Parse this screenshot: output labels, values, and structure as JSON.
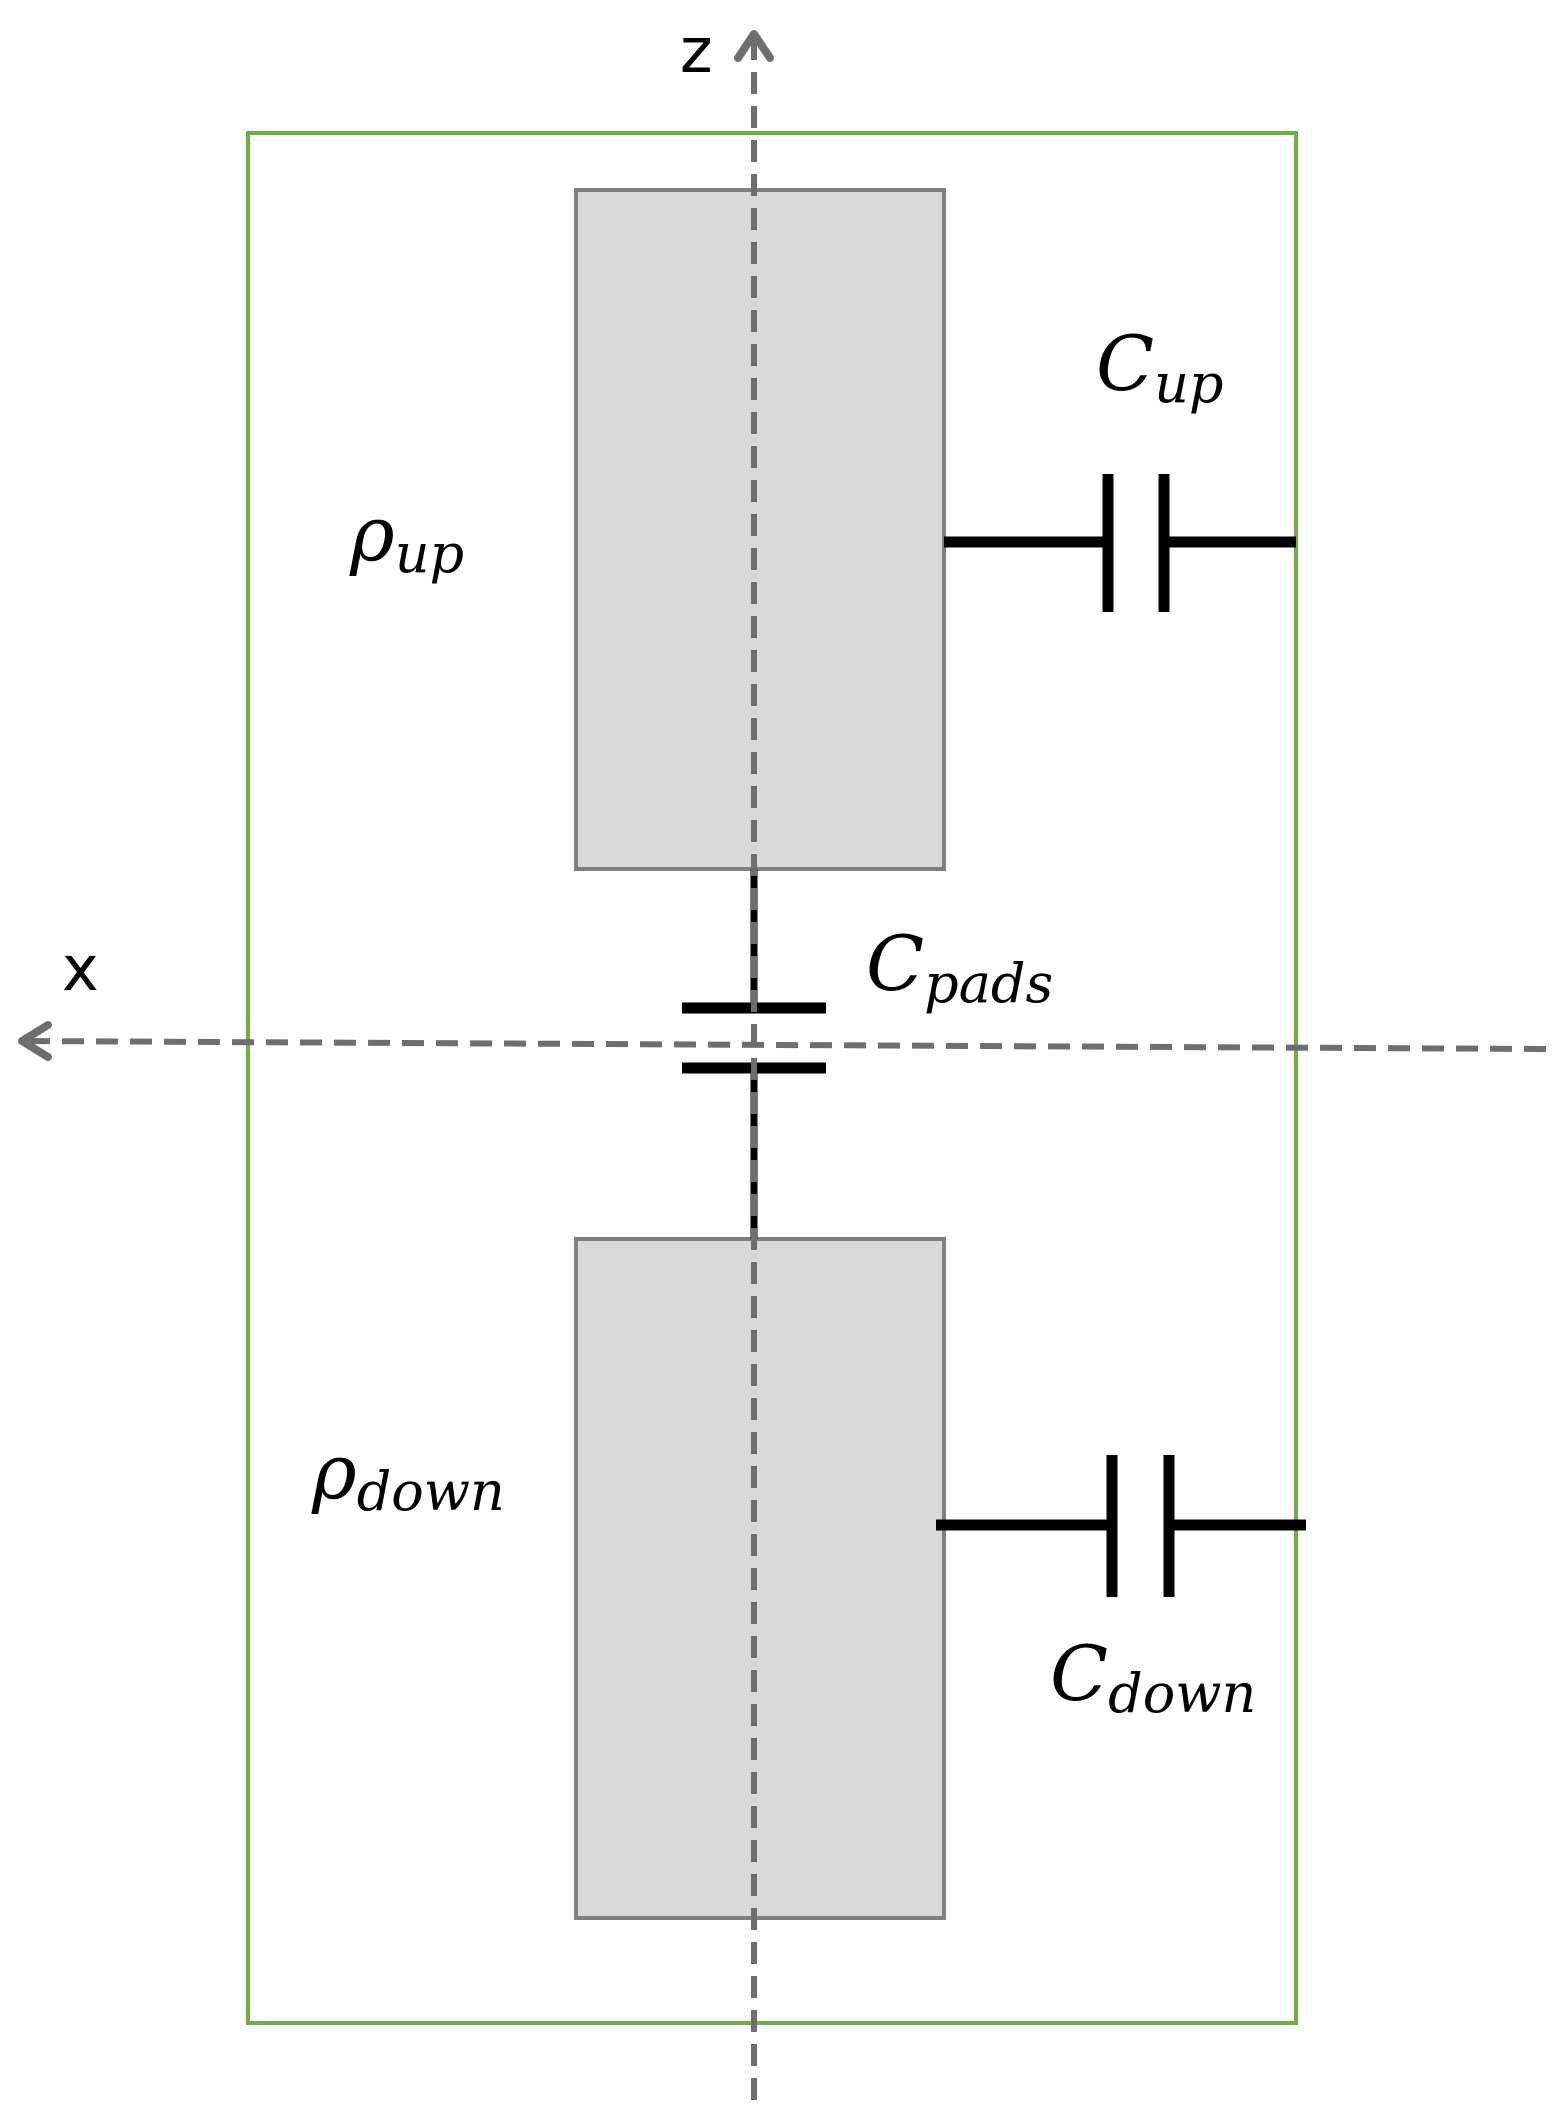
{
  "axes": {
    "z_label": "z",
    "x_label": "x"
  },
  "labels": {
    "rho_up": {
      "base": "ρ",
      "sub": "up"
    },
    "rho_down": {
      "base": "ρ",
      "sub": "down"
    },
    "c_up": {
      "base": "C",
      "sub": "up"
    },
    "c_pads": {
      "base": "C",
      "sub": "pads"
    },
    "c_down": {
      "base": "C",
      "sub": "down"
    }
  },
  "colors": {
    "boundary": "#70ad47",
    "pad_fill": "#d9d9d9",
    "pad_stroke": "#7f7f7f",
    "axis": "#6e6e6e",
    "capacitor": "#000000"
  }
}
